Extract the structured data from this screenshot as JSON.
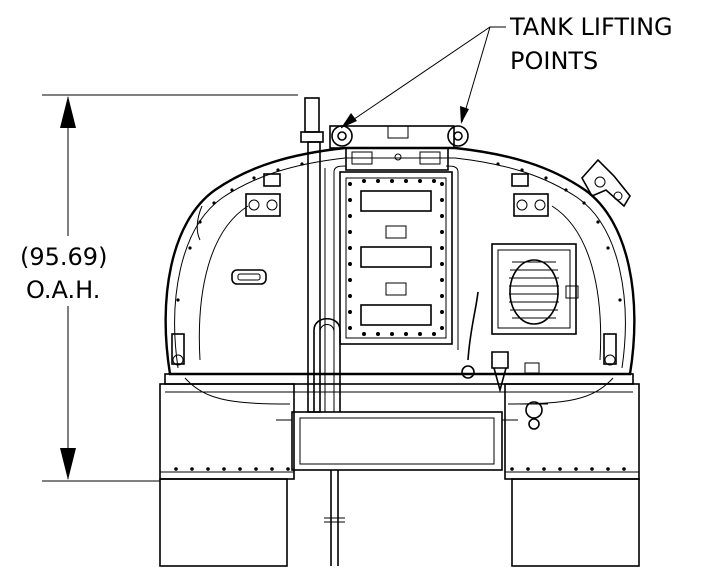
{
  "callout": {
    "line1": "TANK LIFTING",
    "line2": "POINTS"
  },
  "dimension": {
    "value": "(95.69)",
    "unit": "O.A.H."
  }
}
